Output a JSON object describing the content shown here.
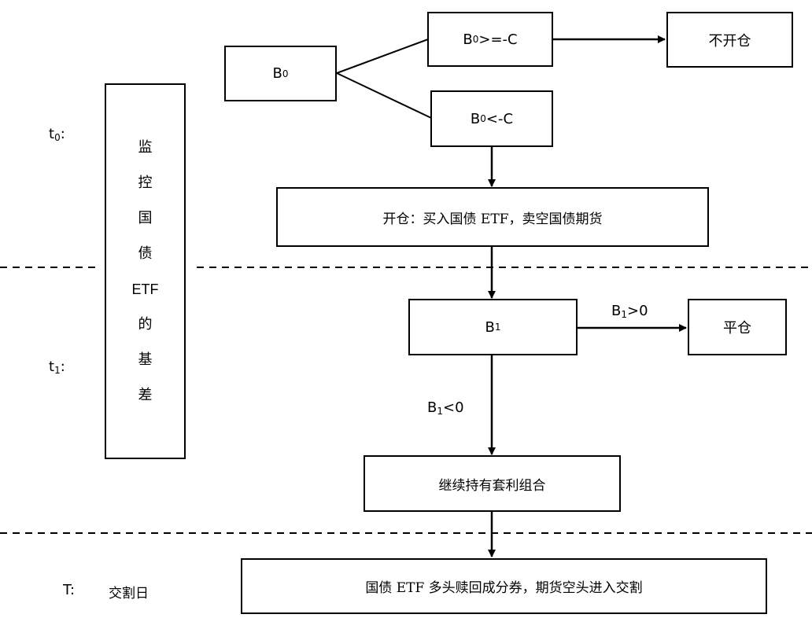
{
  "time_labels": {
    "t0": {
      "base": "t",
      "sub": "0",
      "suffix": ":"
    },
    "t1": {
      "base": "t",
      "sub": "1",
      "suffix": ":"
    },
    "T": {
      "text": "T:",
      "desc": "交割日"
    }
  },
  "monitor_box": {
    "chars": [
      "监",
      "控",
      "国",
      "债",
      "ETF",
      "的",
      "基",
      "差"
    ]
  },
  "nodes": {
    "b0": {
      "base": "B",
      "sub": "0",
      "rest": ""
    },
    "b0_ge": {
      "base": "B",
      "sub": "0",
      "rest": ">=-C"
    },
    "no_open": {
      "text": "不开仓"
    },
    "b0_lt": {
      "base": "B",
      "sub": "0",
      "rest": "<-C"
    },
    "open": {
      "text": "开仓：买入国债 ETF，卖空国债期货"
    },
    "b1": {
      "base": "B",
      "sub": "1",
      "rest": ""
    },
    "close": {
      "text": "平仓"
    },
    "hold": {
      "text": "继续持有套利组合"
    },
    "delivery": {
      "text": "国债 ETF 多头赎回成分券，期货空头进入交割"
    }
  },
  "edge_labels": {
    "b1_gt0": {
      "base": "B",
      "sub": "1",
      "rest": ">0"
    },
    "b1_lt0": {
      "base": "B",
      "sub": "1",
      "rest": "<0"
    }
  }
}
